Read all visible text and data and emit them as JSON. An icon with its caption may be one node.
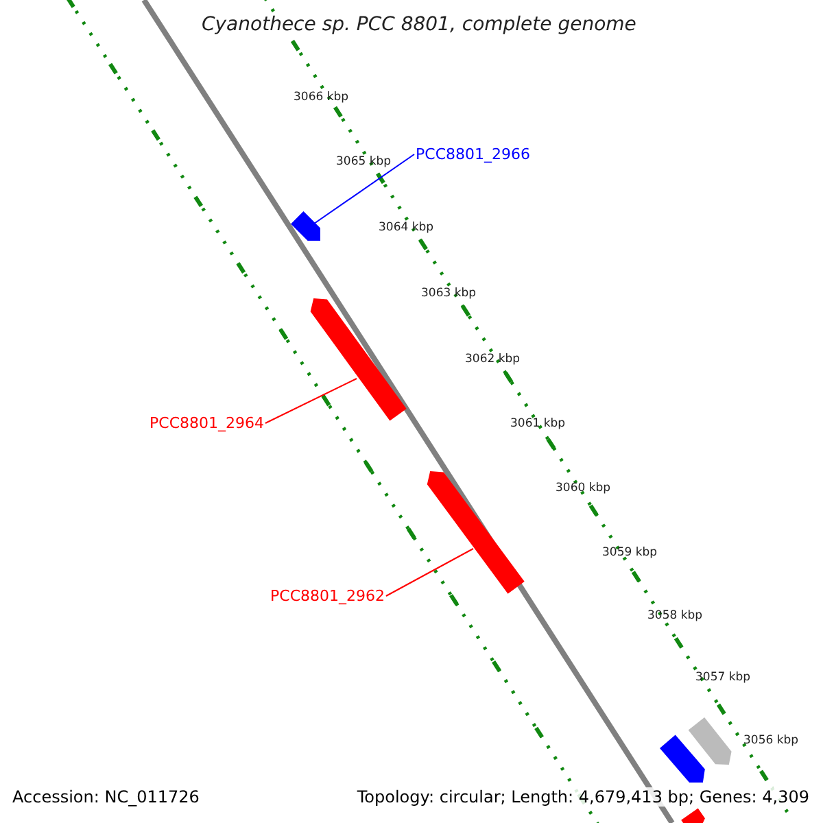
{
  "diagram": {
    "title": "Cyanothece sp. PCC 8801, complete genome",
    "nodes": [
      {
        "text": [
          "PCC8801_2966"
        ]
      },
      {
        "text": [],
        "shape": "bar"
      },
      {
        "text": [],
        "shape": "bar"
      },
      {
        "text": [
          "PCC8801_2964"
        ]
      },
      {
        "text": [],
        "shape": "bar"
      },
      {
        "text": [
          "PCC8801_2962"
        ]
      },
      {
        "text": [],
        "shape": "bar"
      },
      {
        "text": [],
        "shape": "bar"
      },
      {
        "text": [],
        "shape": "bar"
      }
    ],
    "edges": [
      {
        "from": 0,
        "to": 1,
        "arrow": "none",
        "color": "#0000ff"
      },
      {
        "from": 3,
        "to": 2,
        "arrow": "none",
        "color": "#ff0000"
      },
      {
        "from": 5,
        "to": 4,
        "arrow": "none",
        "color": "#ff0000"
      }
    ],
    "labels": [
      "3066 kbp",
      "3065 kbp",
      "3064 kbp",
      "3063 kbp",
      "3062 kbp",
      "3061 kbp",
      "3060 kbp",
      "3059 kbp",
      "3058 kbp",
      "3057 kbp",
      "3056 kbp",
      "Accession: NC_011726",
      "Topology: circular; Length: 4,679,413 bp; Genes: 4,309"
    ]
  }
}
